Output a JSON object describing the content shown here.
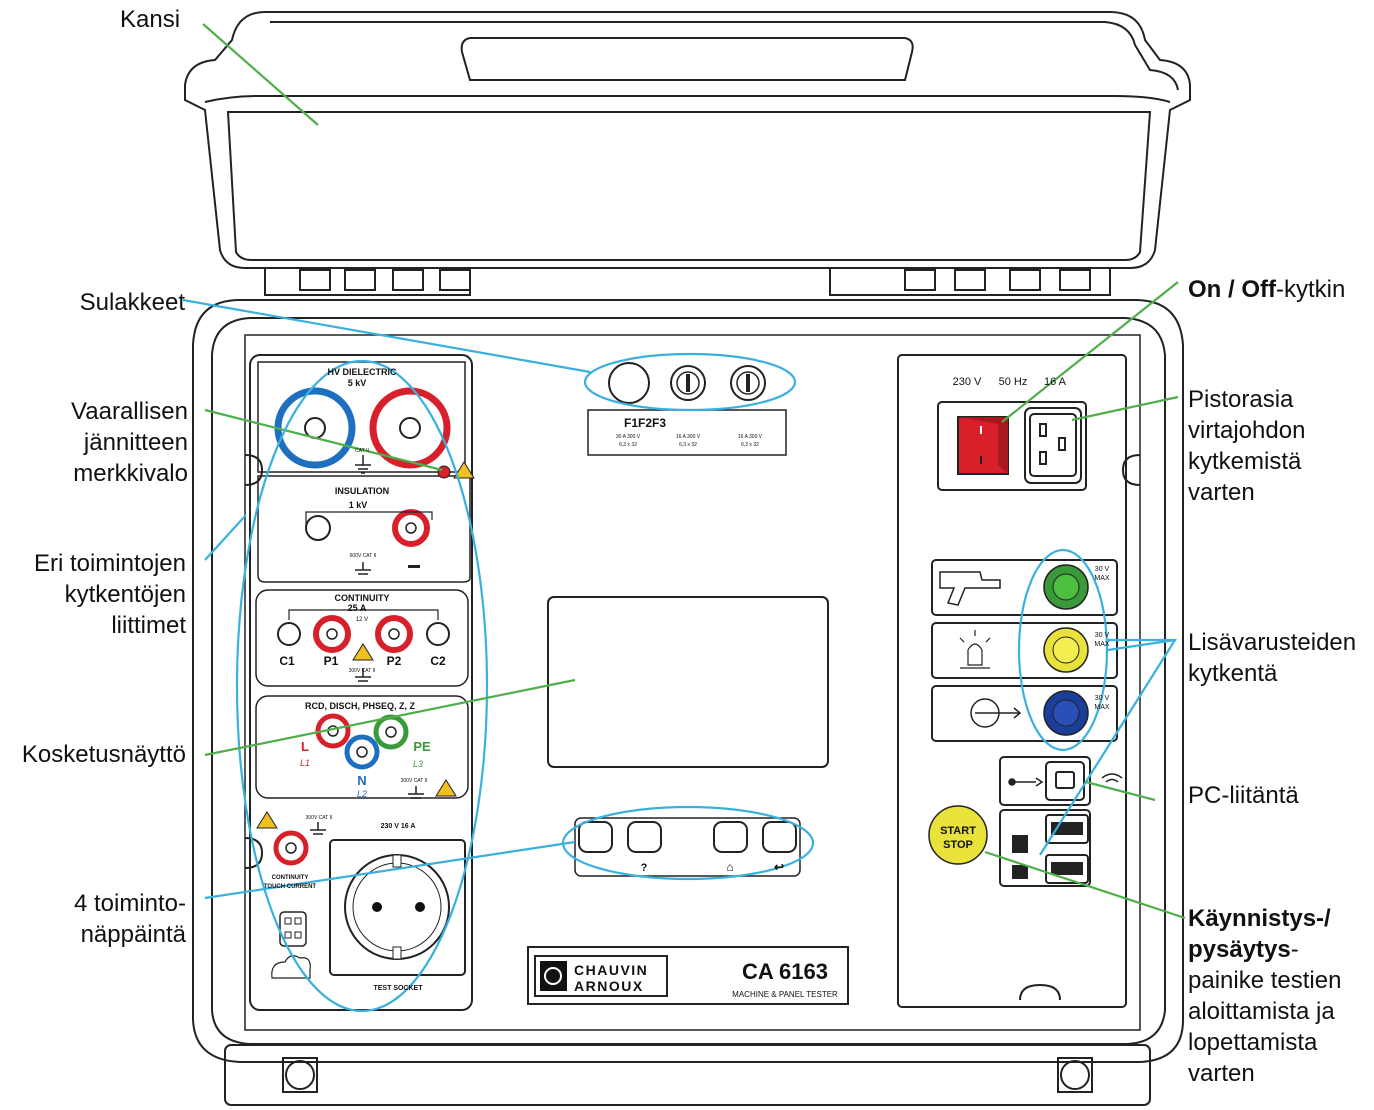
{
  "callouts": {
    "lid": "Kansi",
    "fuses": "Sulakkeet",
    "hv_lamp": [
      "Vaarallisen",
      "jännitteen",
      "merkkivalo"
    ],
    "terminals": [
      "Eri toimintojen",
      "kytkentöjen",
      "liittimet"
    ],
    "touchscreen": "Kosketusnäyttö",
    "function_keys": [
      "4 toiminto-",
      "näppäintä"
    ],
    "onoff_bold": "On / Off",
    "onoff_rest": "-kytkin",
    "socket": [
      "Pistorasia",
      "virtajohdon",
      "kytkemistä",
      "varten"
    ],
    "accessories": [
      "Lisävarusteiden",
      "kytkentä"
    ],
    "pc": "PC-liitäntä",
    "startstop_bold": [
      "Käynnistys-/",
      "pysäytys"
    ],
    "startstop_dash": "-",
    "startstop_rest": [
      "painike testien",
      "aloittamista ja",
      "lopettamista",
      "varten"
    ]
  },
  "device": {
    "hv_title": "HV DIELECTRIC",
    "hv_voltage": "5 kV",
    "hv_rating": "CAT II",
    "insulation_title": "INSULATION",
    "insulation_voltage": "1 kV",
    "insulation_rating": "600V CAT II",
    "continuity_title": "CONTINUITY",
    "continuity_current": "25 A",
    "continuity_volt": "12 V",
    "continuity_terms": [
      "C1",
      "P1",
      "P2",
      "C2"
    ],
    "continuity_rating": "300V CAT II",
    "rcd_title": "RCD, DISCH, PHSEQ, Z, Z",
    "rcd_terms": {
      "L": "L",
      "L_sub": "L1",
      "N": "N",
      "N_sub": "L2",
      "PE": "PE",
      "PE_sub": "L3"
    },
    "rcd_rating": "300V CAT II",
    "touch_rating": "300V CAT II",
    "touch_label": [
      "CONTINUITY",
      "TOUCH CURRENT"
    ],
    "socket_rating": "230 V 16 A",
    "socket_label": "TEST SOCKET",
    "fuse_label": "F1F2F3",
    "fuse_specs": [
      [
        "30 A 300 V",
        "6,3 x 32"
      ],
      [
        "16 A 300 V",
        "6,3 x 32"
      ],
      [
        "16 A 300 V",
        "6,3 x 32"
      ]
    ],
    "power_specs": [
      "230 V",
      "50 Hz",
      "16 A"
    ],
    "accessory_max": [
      "30 V",
      "MAX"
    ],
    "start_label": [
      "START",
      "STOP"
    ],
    "key_symbols": [
      "?",
      "⌂",
      "↩"
    ],
    "brand": [
      "CHAUVIN",
      "ARNOUX"
    ],
    "model": "CA 6163",
    "model_sub": "MACHINE & PANEL TESTER",
    "colors": {
      "leader_blue": "#3ab0de",
      "leader_green": "#4fae4a",
      "red": "#d8202a",
      "blue": "#1f6fc0",
      "green": "#3a9a3a",
      "yellow": "#e8e23a",
      "navy": "#1b3e9a",
      "hazard": "#f0c020"
    }
  }
}
